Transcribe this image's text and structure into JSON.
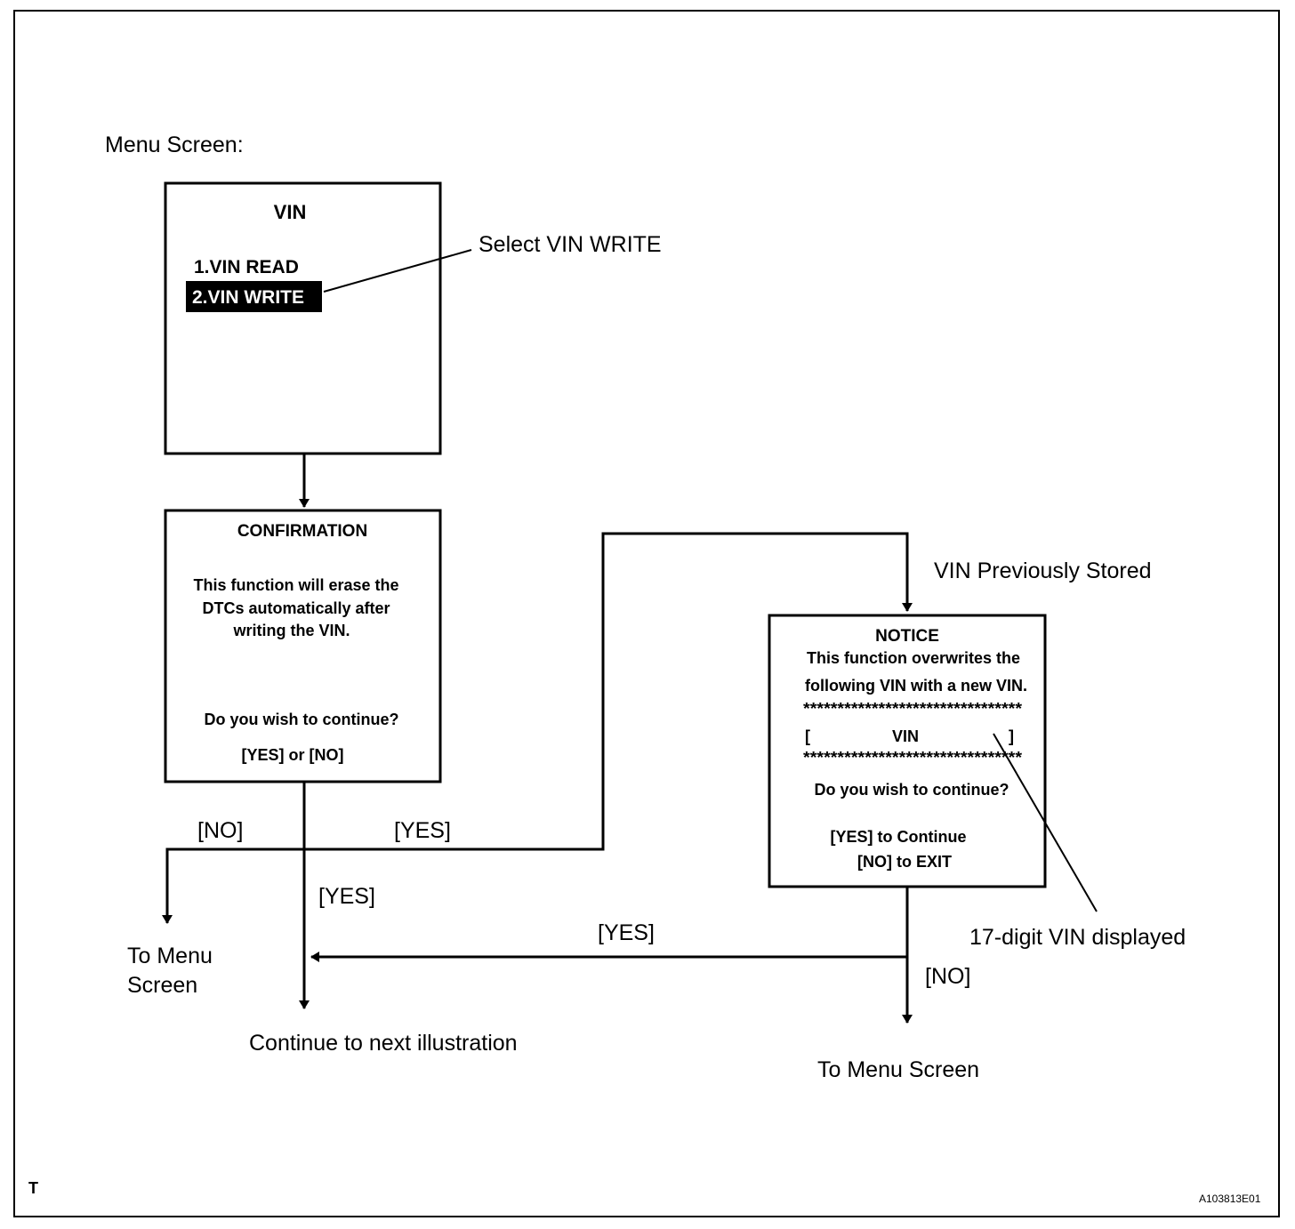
{
  "menu_label": "Menu Screen:",
  "menu_box": {
    "title": "VIN",
    "item1": "1.VIN READ",
    "item2": "2.VIN WRITE"
  },
  "select_callout": "Select VIN WRITE",
  "confirm_box": {
    "title": "CONFIRMATION",
    "line1": "This function will erase the",
    "line2": "DTCs automatically after",
    "line3": "writing the VIN.",
    "question": "Do you wish to continue?",
    "options": "[YES] or [NO]"
  },
  "notice_box": {
    "title": "NOTICE",
    "line1": "This function overwrites the",
    "line2": "following VIN with a new VIN.",
    "stars": "********************************",
    "bracket_open": "[",
    "vin": "VIN",
    "bracket_close": "]",
    "question": "Do you wish to continue?",
    "yes_option": "[YES] to Continue",
    "no_option": "[NO] to EXIT"
  },
  "labels": {
    "vin_previously_stored": "VIN Previously Stored",
    "no_left": "[NO]",
    "yes_branch": "[YES]",
    "yes_down": "[YES]",
    "yes_return": "[YES]",
    "no_right": "[NO]",
    "to_menu_left_1": "To Menu",
    "to_menu_left_2": "Screen",
    "continue_next": "Continue to next illustration",
    "to_menu_right": "To Menu Screen",
    "vin_displayed": "17-digit VIN displayed"
  },
  "corner_mark": "T",
  "figure_id": "A103813E01"
}
